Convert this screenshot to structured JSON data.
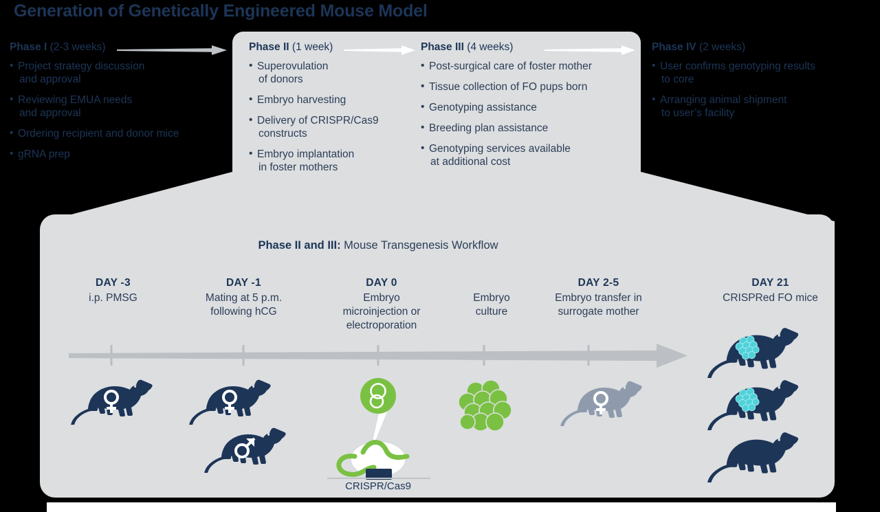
{
  "title": "Generation of Genetically Engineered Mouse Model",
  "colors": {
    "background": "#000000",
    "panel": "#dcdee0",
    "navy": "#1d3557",
    "body_text": "#2c3e56",
    "arrow_gray": "#bfc3c7",
    "arrow_white": "#ffffff",
    "green": "#7ac143",
    "teal": "#4fd1d9",
    "gray_mouse": "#8f9bad"
  },
  "phases": [
    {
      "name": "Phase I",
      "duration": "(2-3 weeks)",
      "theme": "dark",
      "bullets": [
        {
          "line1": "Project strategy discussion",
          "line2": "and approval"
        },
        {
          "line1": "Reviewing EMUA needs",
          "line2": "and approval"
        },
        {
          "line1": "Ordering recipient and donor mice",
          "line2": ""
        },
        {
          "line1": "gRNA prep",
          "line2": ""
        }
      ]
    },
    {
      "name": "Phase II",
      "duration": "(1 week)",
      "theme": "light",
      "bullets": [
        {
          "line1": "Superovulation",
          "line2": "of donors"
        },
        {
          "line1": "Embryo harvesting",
          "line2": ""
        },
        {
          "line1": "Delivery of CRISPR/Cas9",
          "line2": "constructs"
        },
        {
          "line1": "Embryo implantation",
          "line2": "in foster mothers"
        }
      ]
    },
    {
      "name": "Phase III",
      "duration": "(4 weeks)",
      "theme": "light",
      "bullets": [
        {
          "line1": "Post-surgical care of foster mother",
          "line2": ""
        },
        {
          "line1": "Tissue collection of FO pups born",
          "line2": ""
        },
        {
          "line1": "Genotyping assistance",
          "line2": ""
        },
        {
          "line1": "Breeding plan assistance",
          "line2": ""
        },
        {
          "line1": "Genotyping services available",
          "line2": "at additional cost"
        }
      ]
    },
    {
      "name": "Phase IV",
      "duration": "(2 weeks)",
      "theme": "dark",
      "bullets": [
        {
          "line1": "User confirms genotyping results",
          "line2": "to core"
        },
        {
          "line1": "Arranging animal shipment",
          "line2": "to user’s facility"
        }
      ]
    }
  ],
  "timeline": {
    "caption_bold": "Phase II and III:",
    "caption_rest": " Mouse Transgenesis Workflow",
    "crispr_label": "CRISPR/Cas9",
    "days": [
      {
        "label": "DAY -3",
        "desc_1": "i.p. PMSG",
        "desc_2": "",
        "desc_3": ""
      },
      {
        "label": "DAY -1",
        "desc_1": "Mating at 5 p.m.",
        "desc_2": "following hCG",
        "desc_3": ""
      },
      {
        "label": "DAY 0",
        "desc_1": "Embryo",
        "desc_2": "microinjection or",
        "desc_3": "electroporation"
      },
      {
        "label": "",
        "desc_1": "Embryo",
        "desc_2": "culture",
        "desc_3": ""
      },
      {
        "label": "DAY 2-5",
        "desc_1": "Embryo transfer in",
        "desc_2": "surrogate mother",
        "desc_3": ""
      },
      {
        "label": "DAY 21",
        "desc_1": "CRISPRed FO mice",
        "desc_2": "",
        "desc_3": ""
      }
    ]
  }
}
